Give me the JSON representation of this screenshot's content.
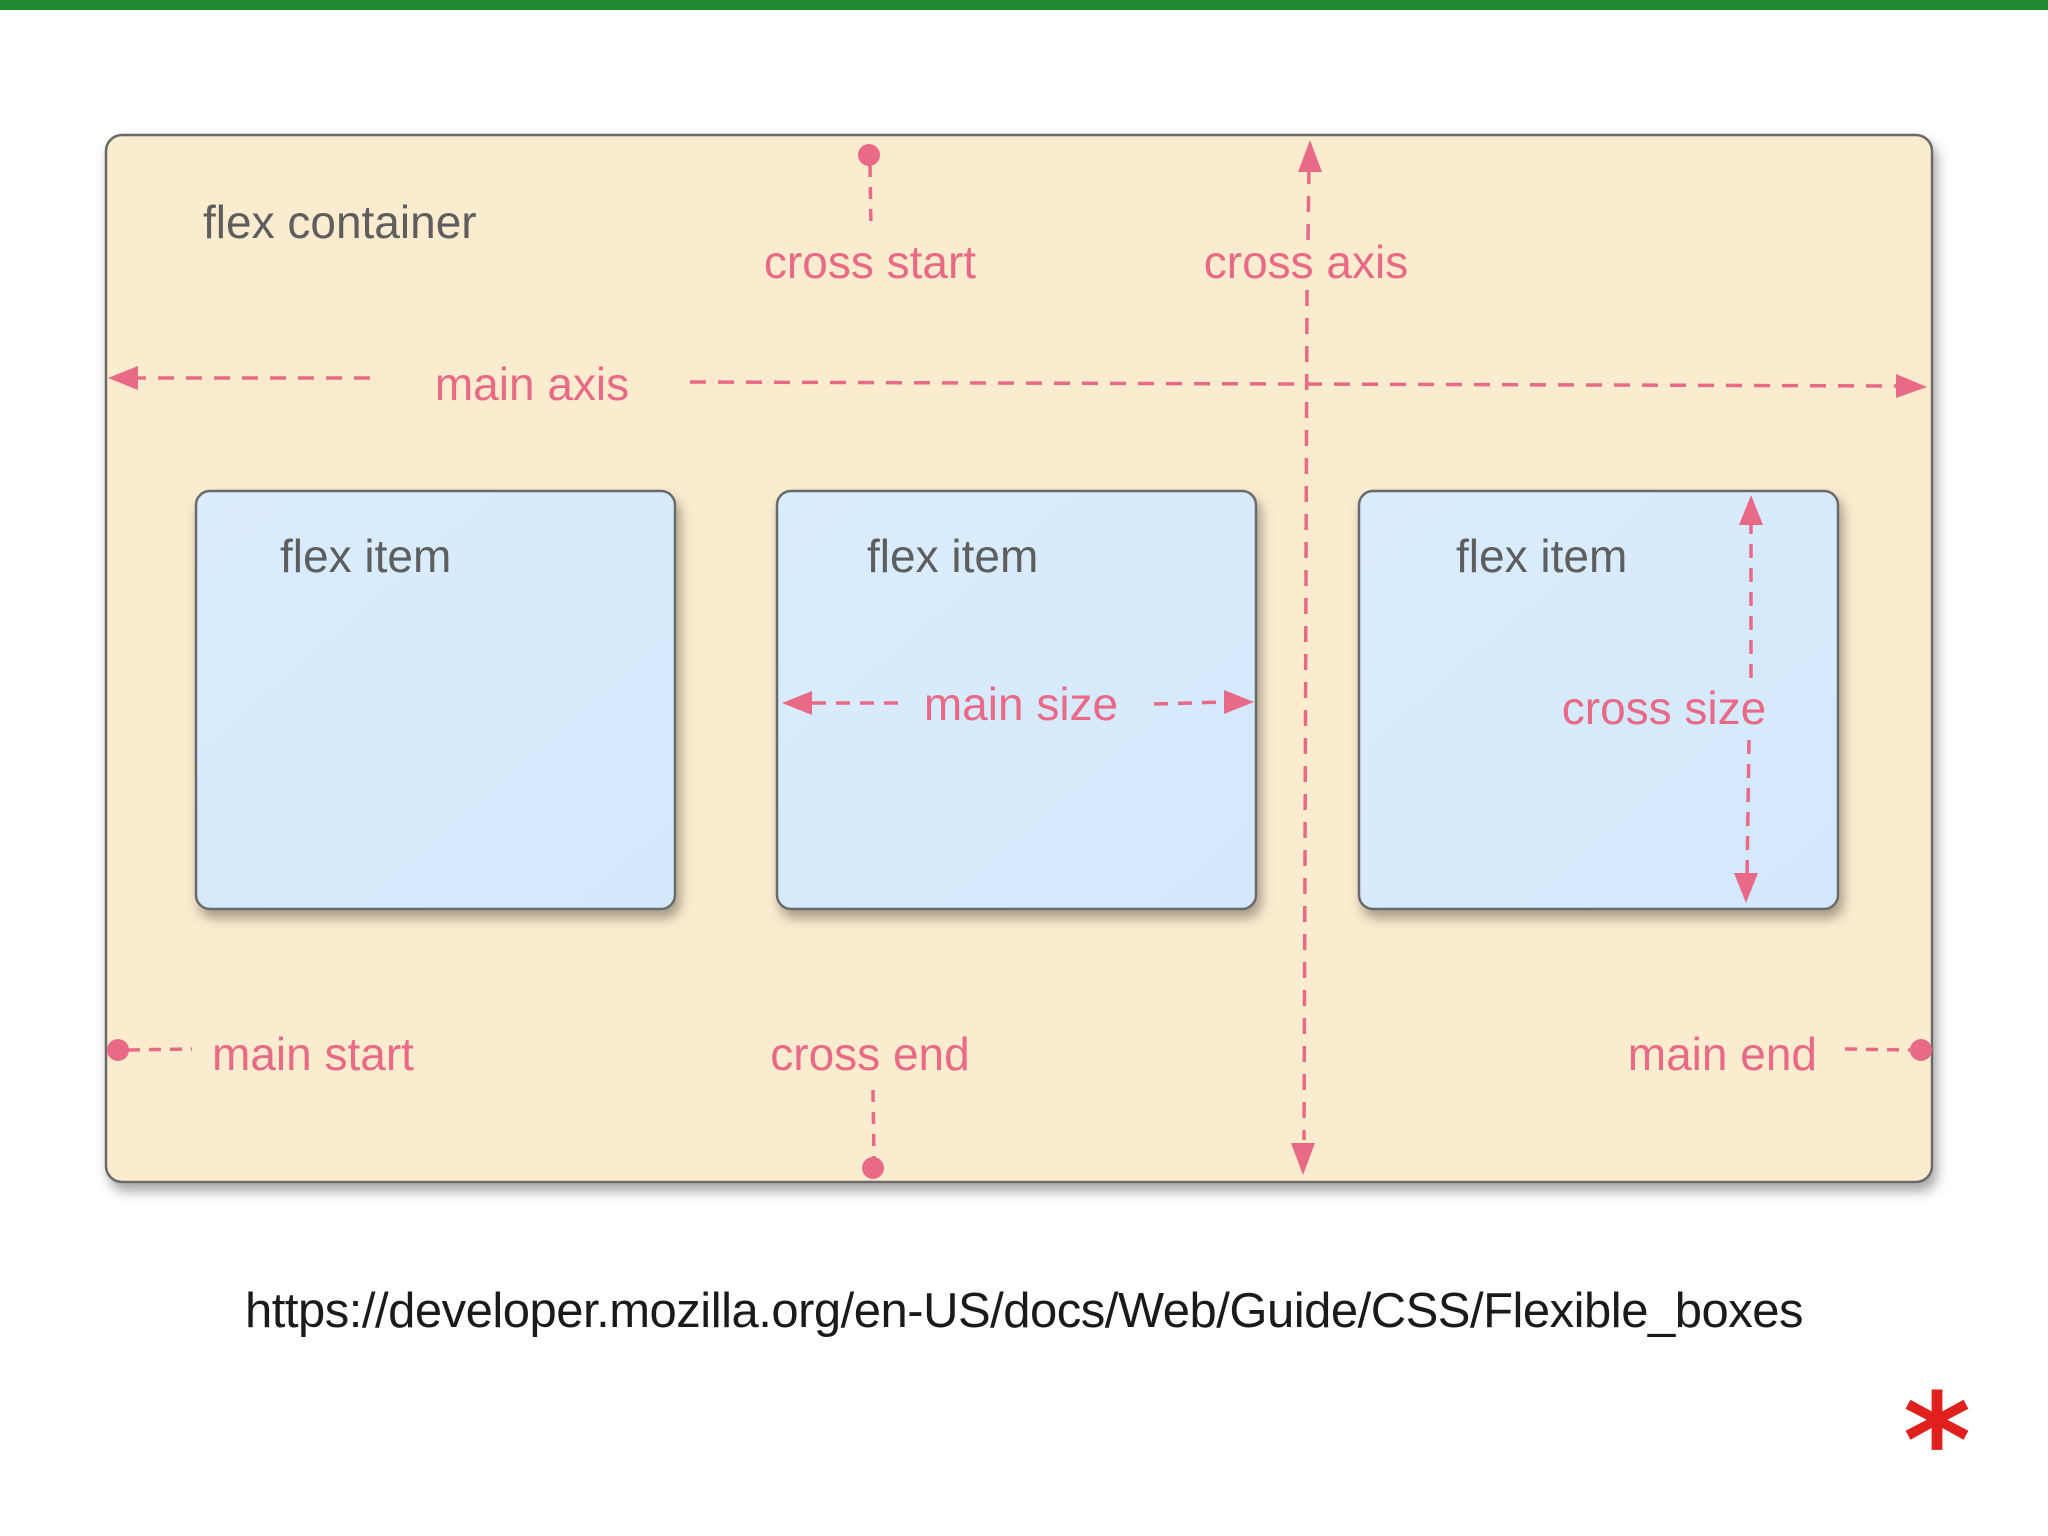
{
  "diagram": {
    "container_label": "flex container",
    "item_labels": [
      "flex item",
      "flex item",
      "flex item"
    ],
    "annotations": {
      "cross_start": "cross start",
      "cross_axis": "cross axis",
      "main_axis": "main axis",
      "main_size": "main size",
      "cross_size": "cross size",
      "main_start": "main start",
      "cross_end": "cross end",
      "main_end": "main end"
    },
    "colors": {
      "container_fill": "#fbecd0",
      "item_fill": "#d8ecfc",
      "annotation": "#e86a86",
      "label_text": "#5e5e5e",
      "accent_bar": "#1f8a2e",
      "asterisk": "#e0201d"
    }
  },
  "source_url": "https://developer.mozilla.org/en-US/docs/Web/Guide/CSS/Flexible_boxes",
  "corner_mark": "*"
}
